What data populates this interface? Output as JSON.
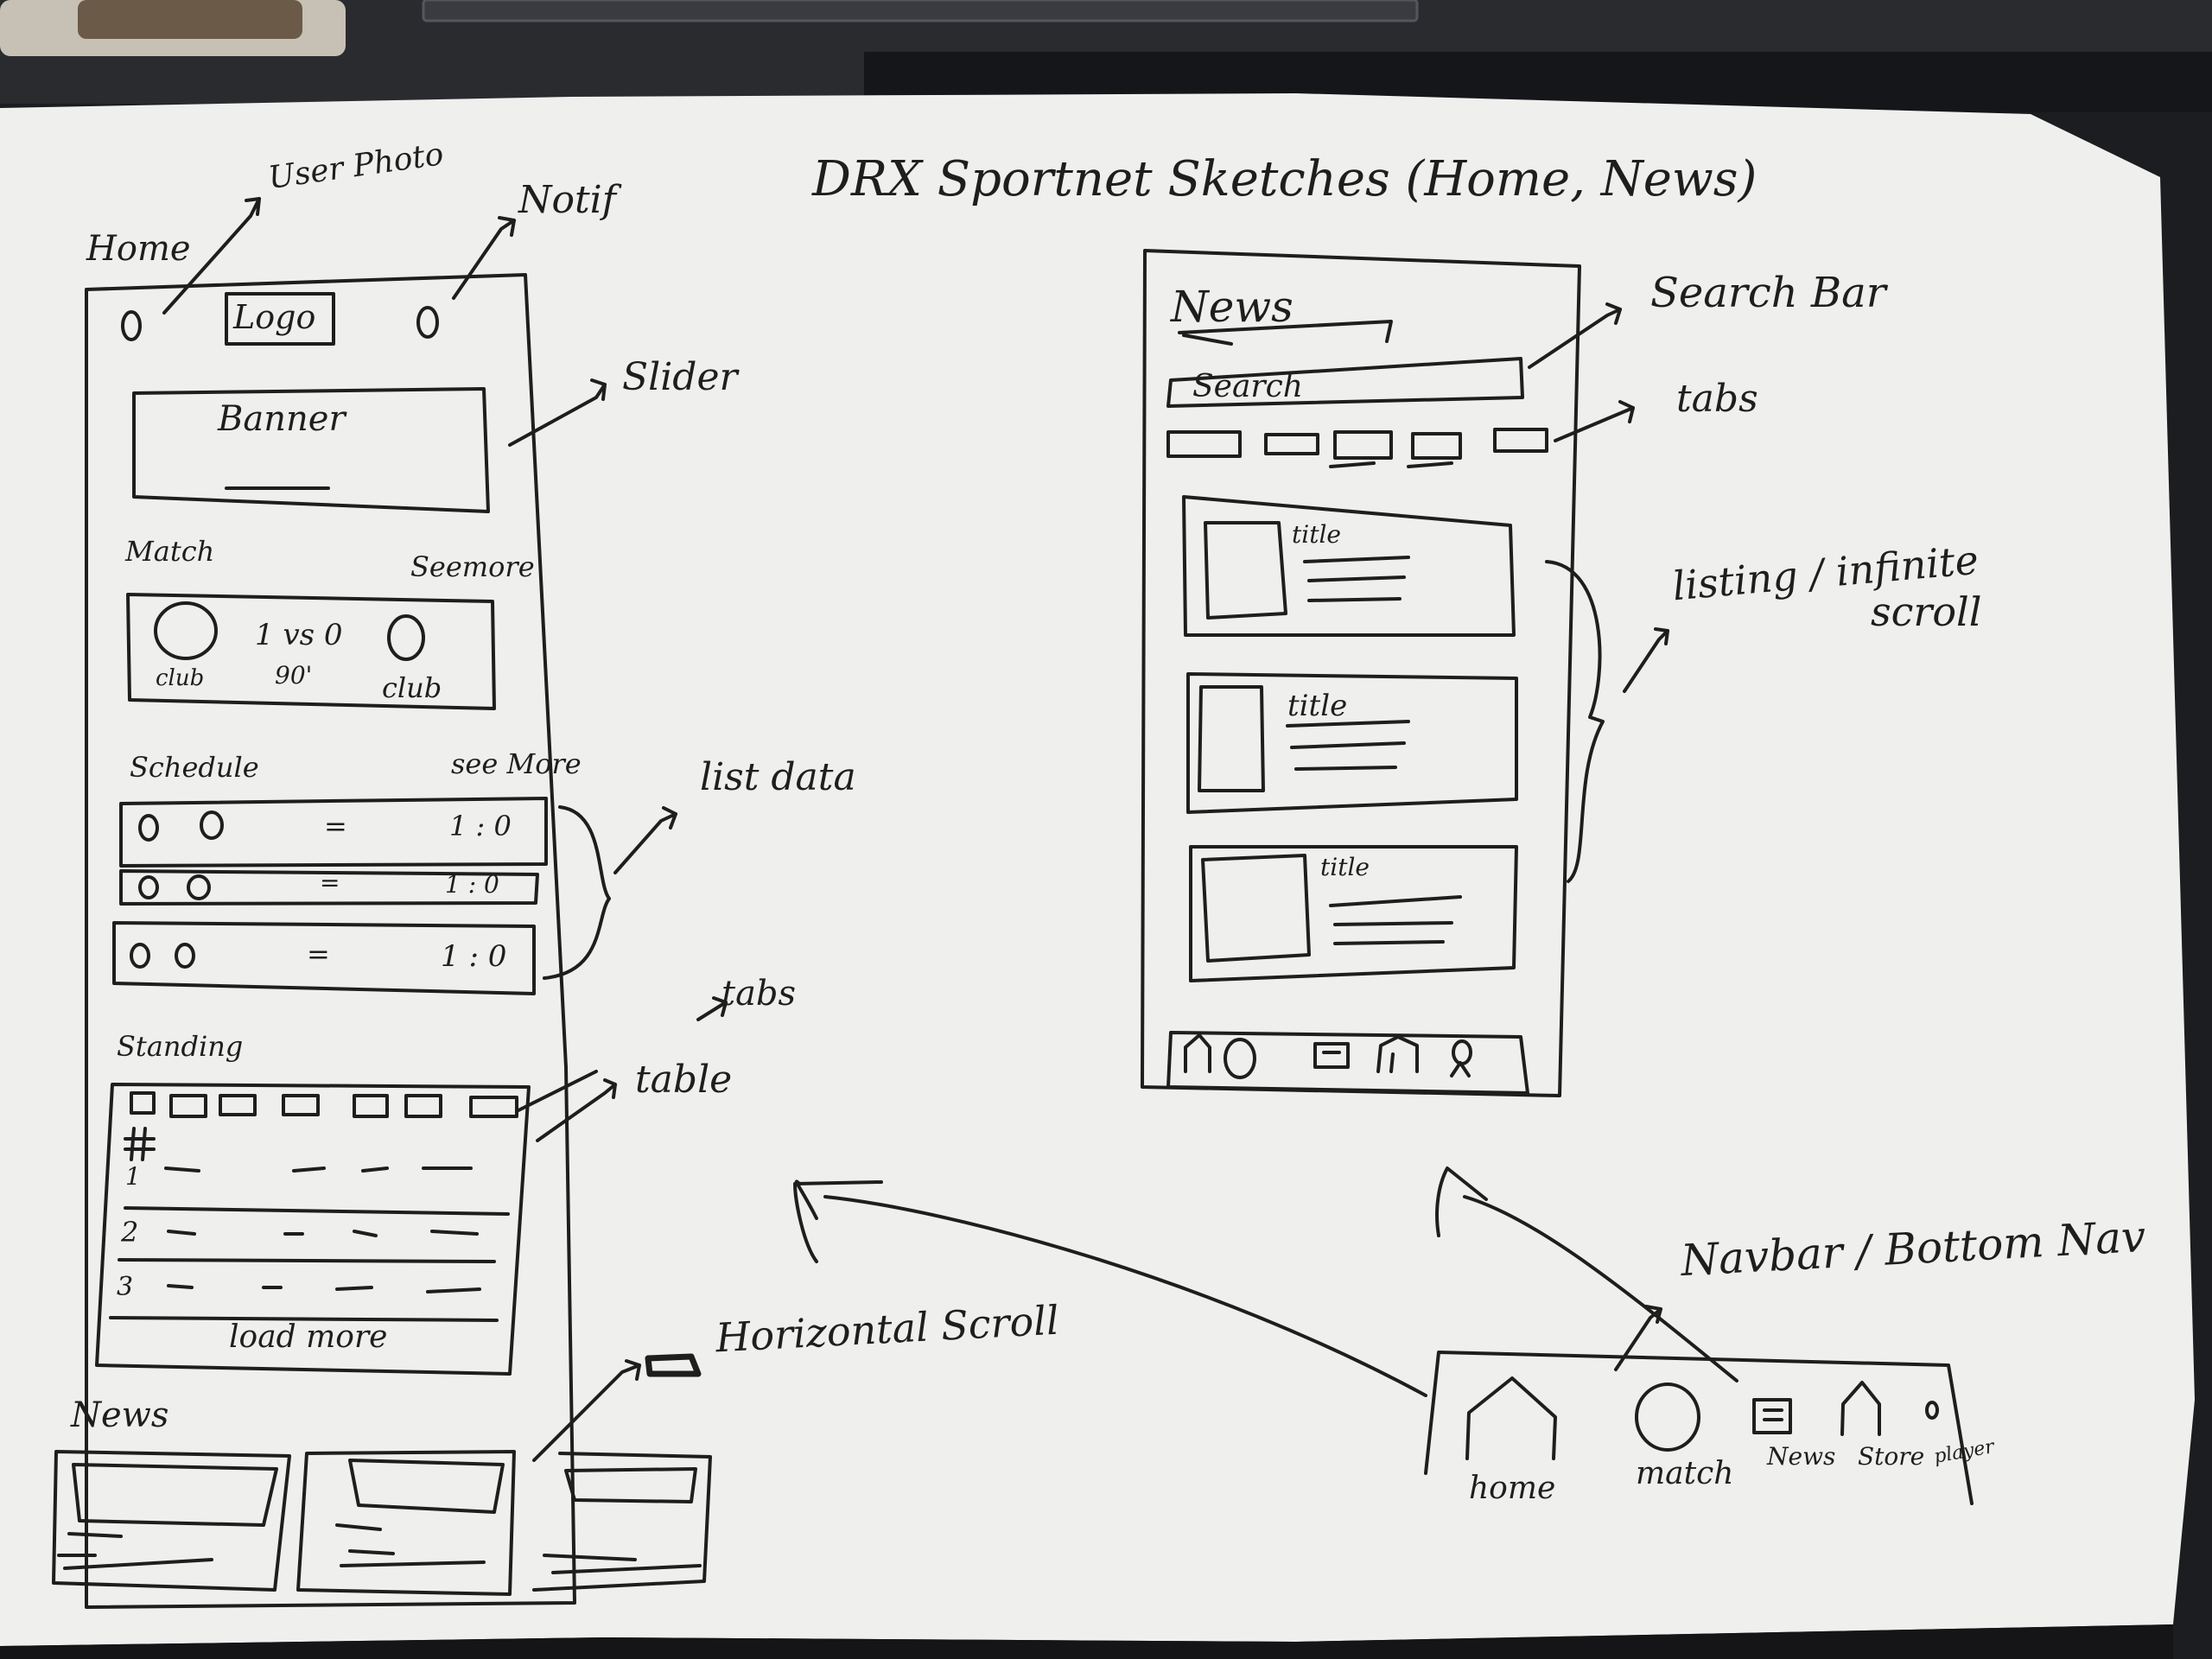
{
  "colors": {
    "background": "#1c1d20",
    "paper": "#efefed",
    "ink": "#1e1e1e"
  },
  "title": "DRX Sportnet Sketches (Home, News)",
  "home": {
    "label": "Home",
    "user_photo_note": "User Photo",
    "notif_note": "Notif",
    "logo": "Logo",
    "banner": "Banner",
    "slider_note": "Slider",
    "match": {
      "label": "Match",
      "see_more": "Seemore",
      "score": "1 vs 0",
      "time": "90'",
      "club_left": "club",
      "club_right": "club"
    },
    "schedule": {
      "label": "Schedule",
      "see_more": "see More",
      "rows": [
        {
          "sep": "=",
          "score": "1 : 0"
        },
        {
          "sep": "=",
          "score": "1 : 0"
        },
        {
          "sep": "=",
          "score": "1 : 0"
        }
      ]
    },
    "list_data_note": "list data",
    "standing": {
      "label": "Standing",
      "hash": "#",
      "rows": [
        "1",
        "2",
        "3"
      ],
      "load_more": "load more"
    },
    "tabs_note": "tabs",
    "table_note": "table",
    "news_label": "News",
    "horizontal_scroll_note": "Horizontal Scroll"
  },
  "news_screen": {
    "label": "News",
    "search": "Search",
    "search_bar_note": "Search Bar",
    "tabs_note": "tabs",
    "card_title": "title",
    "listing_note_1": "listing / infinite",
    "listing_note_2": "scroll"
  },
  "navbar": {
    "note": "Navbar / Bottom Nav",
    "items": [
      {
        "label": "home",
        "icon": "home-icon"
      },
      {
        "label": "match",
        "icon": "ball-icon"
      },
      {
        "label": "News",
        "icon": "news-icon"
      },
      {
        "label": "Store",
        "icon": "store-icon"
      },
      {
        "label": "player",
        "icon": "player-icon"
      }
    ]
  }
}
